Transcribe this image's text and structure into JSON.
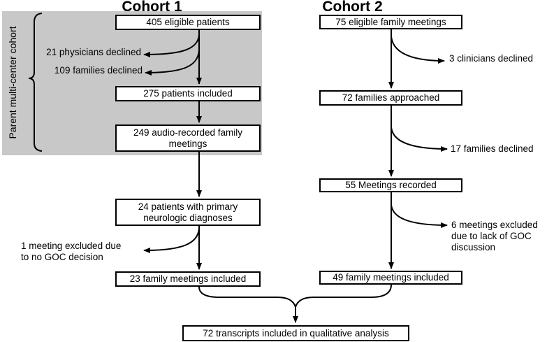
{
  "figure": {
    "type": "flow-diagram",
    "description_visible_only": "Two-cohort study enrollment flowchart"
  },
  "colors": {
    "highlight_background": "#c8c8c8",
    "line": "#000000",
    "box_background": "#ffffff",
    "text": "#000000"
  },
  "side_label": "Parent multi-center cohort",
  "cohort1": {
    "title": "Cohort 1",
    "boxes": [
      "405 eligible patients",
      "275 patients included",
      "249 audio-recorded family meetings",
      "24 patients with primary neurologic diagnoses",
      "23 family meetings included"
    ],
    "exclusions": [
      "21 physicians declined",
      "109 families declined",
      "1 meeting excluded due to no GOC decision"
    ]
  },
  "cohort2": {
    "title": "Cohort 2",
    "boxes": [
      "75 eligible family meetings",
      "72 families approached",
      "55 Meetings recorded",
      "49 family meetings included"
    ],
    "exclusions": [
      "3 clinicians declined",
      "17 families declined",
      "6 meetings excluded due to lack of GOC discussion"
    ]
  },
  "final_box": "72 transcripts included in qualitative analysis"
}
